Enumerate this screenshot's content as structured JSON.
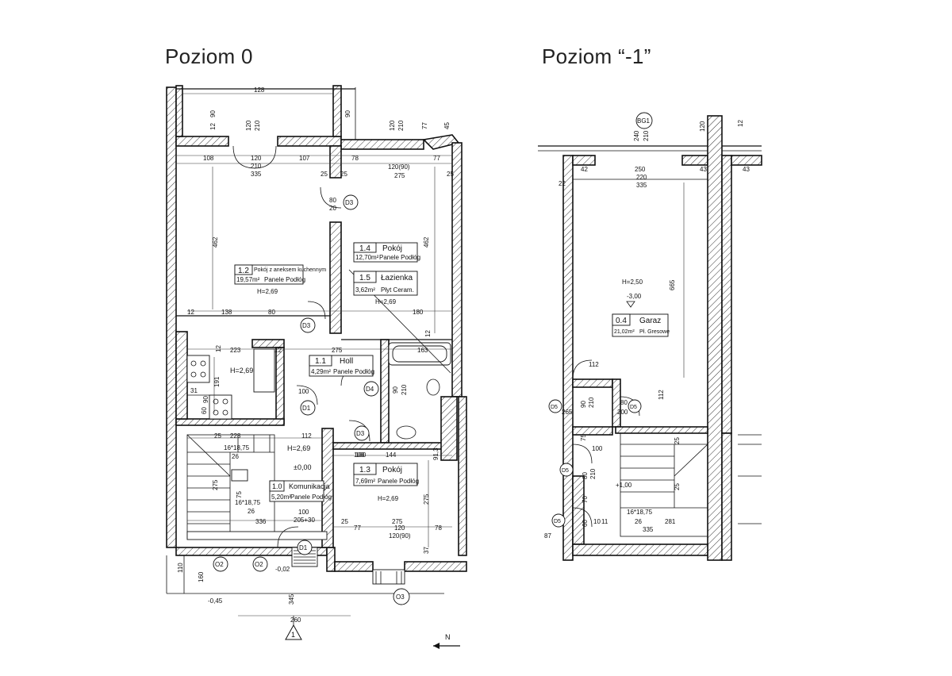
{
  "titles": {
    "level0": "Poziom 0",
    "level_minus1": "Poziom “-1”"
  },
  "level0": {
    "rooms": [
      {
        "num": "1.2",
        "name": "Pokój z aneksem kuchennym",
        "area": "19,57m²",
        "floor": "Panele Podłóg",
        "height": "H=2,69"
      },
      {
        "num": "1.4",
        "name": "Pokój",
        "area": "12,70m²",
        "floor": "Panele Podłóg"
      },
      {
        "num": "1.5",
        "name": "Łazienka",
        "area": "3,62m²",
        "floor": "Płyt Ceram.",
        "height": "H=2,69"
      },
      {
        "num": "1.1",
        "name": "Holl",
        "area": "4,29m²",
        "floor": "Panele Podłóg"
      },
      {
        "num": "1.3",
        "name": "Pokój",
        "area": "7,69m²",
        "floor": "Panele Podłóg",
        "height": "H=2,69"
      },
      {
        "num": "1.0",
        "name": "Komunikacja",
        "area": "5,20m²",
        "floor": "Panele Podłóg"
      }
    ],
    "heights": {
      "kitchen": "H=2,69",
      "stairs": "H=2,69"
    },
    "levels": {
      "zero": "±0,00",
      "entry": "-0,02",
      "outside": "-0,45"
    },
    "stairs": {
      "top": "16*18,75",
      "top_sub": "26",
      "bottom": "16*18,75",
      "bottom_sub": "26"
    },
    "doors": [
      "D3",
      "D3",
      "D4",
      "D3",
      "D1",
      "D1",
      "O2",
      "O2",
      "O3"
    ],
    "dims": {
      "top_128": "128",
      "top_90": "90",
      "top_12": "12",
      "top_120": "120",
      "top_210": "210",
      "top_90b": "90",
      "top_120b": "120",
      "top_210b": "210",
      "top_77": "77",
      "top_45": "45",
      "r1_108": "108",
      "r1_120": "120",
      "r1_210": "210",
      "r1_335": "335",
      "r1_107": "107",
      "r1_25a": "25",
      "r1_25b": "25",
      "r1_78": "78",
      "r1_12090": "120(90)",
      "r1_77": "77",
      "r1_275": "275",
      "r1_25c": "25",
      "v_462a": "462",
      "v_462b": "462",
      "d3_80": "80",
      "d3_20": "20",
      "m_12": "12",
      "m_138": "138",
      "m_80": "80",
      "m_180": "180",
      "m_12b": "12",
      "h_12": "12",
      "h_223": "223",
      "h_12b": "12",
      "h_275": "275",
      "h_163": "163",
      "k_191": "191",
      "k_31": "31",
      "k_60": "60",
      "k_90": "90",
      "d4_90": "90",
      "d4_210": "210",
      "d1_100": "100",
      "d3_100": "100",
      "s_25": "25",
      "s_223": "223",
      "s_112": "112",
      "s_275": "275",
      "s_75": "75",
      "p_100": "100",
      "p_144": "144",
      "p_275v": "275",
      "p_913": "91,3",
      "b_100": "100",
      "b_20530": "205+30",
      "b_336": "336",
      "b_25": "25",
      "b_77": "77",
      "b_275": "275",
      "b_120": "120",
      "b_12090": "120(90)",
      "b_78": "78",
      "b_37": "37",
      "b_345": "345",
      "b_260": "260",
      "b_110": "110",
      "b_160": "160"
    },
    "section_mark": "1",
    "north": "N"
  },
  "level_minus1": {
    "room": {
      "num": "0.4",
      "name": "Garaz",
      "area": "21,02m²",
      "floor": "Pł. Gresowe",
      "height": "H=2,50",
      "level": "-3,00"
    },
    "doors": [
      "BG1",
      "D5",
      "D5",
      "D5",
      "D5"
    ],
    "levels": {
      "landing": "+1,00"
    },
    "stairs": {
      "top": "16*18,75",
      "sub": "26",
      "sub2": "281"
    },
    "dims": {
      "top_240": "240",
      "top_210": "210",
      "top_120": "120",
      "top_12": "12",
      "r1_42": "42",
      "r1_250": "250",
      "r1_220": "220",
      "r1_335": "335",
      "r1_43": "43",
      "r1_43b": "43",
      "r1_22": "22",
      "v_665": "665",
      "g_112": "112",
      "d5_80": "80",
      "d5_200": "200",
      "d5_90": "90",
      "d5_210": "210",
      "d5_265": "265",
      "d5_112": "112",
      "s_100": "100",
      "s_75": "75",
      "s_25": "25",
      "s_25b": "25",
      "s_210": "210",
      "s_80": "80",
      "s_60": "60",
      "s_70": "70",
      "b_335": "335",
      "b_87": "87",
      "b_11": "11",
      "b_10": "10"
    }
  }
}
